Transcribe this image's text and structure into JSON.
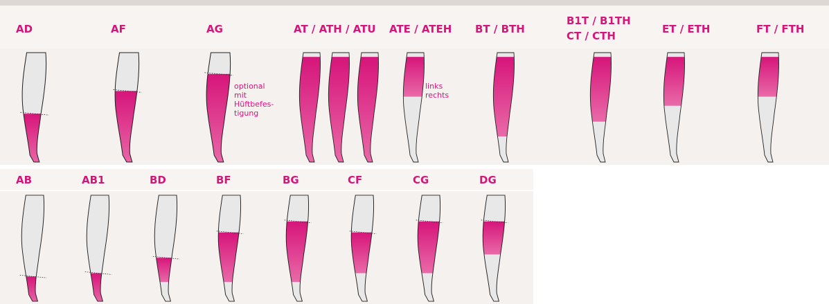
{
  "colors": {
    "accent": "#d6157a",
    "leg_fill": "#e8e8e8",
    "panel_bg": "#f4f1ee",
    "header_bg": "#f7f4f1",
    "top_bar": "#ddd8d2"
  },
  "row1": {
    "labels": [
      "AD",
      "AF",
      "AG",
      "AT / ATH / ATU",
      "ATE / ATEH",
      "BT / BTH",
      "B1T / B1TH",
      "CT / CTH",
      "ET / ETH",
      "FT / FTH"
    ],
    "note_ag": [
      "optional",
      "mit",
      "Hüftbefes-",
      "tigung"
    ],
    "note_ate": [
      "links",
      "rechts"
    ],
    "figures": [
      {
        "name": "AD",
        "top": 0.55,
        "bottom": 1.0
      },
      {
        "name": "AF",
        "top": 0.35,
        "bottom": 1.0
      },
      {
        "name": "AG",
        "top": 0.2,
        "bottom": 1.0
      },
      {
        "name": "AT",
        "top": 0.05,
        "bottom": 1.0
      },
      {
        "name": "ATH",
        "top": 0.05,
        "bottom": 1.0
      },
      {
        "name": "ATU",
        "top": 0.05,
        "bottom": 1.0
      },
      {
        "name": "ATE",
        "top": 0.05,
        "bottom": 0.4
      },
      {
        "name": "BT",
        "top": 0.05,
        "bottom": 0.75
      },
      {
        "name": "B1T",
        "top": 0.05,
        "bottom": 0.62
      },
      {
        "name": "ET",
        "top": 0.05,
        "bottom": 0.48
      },
      {
        "name": "FT",
        "top": 0.05,
        "bottom": 0.4
      }
    ]
  },
  "row2": {
    "labels": [
      "AB",
      "AB1",
      "BD",
      "BF",
      "BG",
      "CF",
      "CG",
      "DG"
    ],
    "figures": [
      {
        "name": "AB",
        "top": 0.75,
        "bottom": 1.0
      },
      {
        "name": "AB1",
        "top": 0.72,
        "bottom": 1.0
      },
      {
        "name": "BD",
        "top": 0.58,
        "bottom": 0.8
      },
      {
        "name": "BF",
        "top": 0.35,
        "bottom": 0.8
      },
      {
        "name": "BG",
        "top": 0.25,
        "bottom": 0.8
      },
      {
        "name": "CF",
        "top": 0.35,
        "bottom": 0.72
      },
      {
        "name": "CG",
        "top": 0.25,
        "bottom": 0.72
      },
      {
        "name": "DG",
        "top": 0.25,
        "bottom": 0.55
      }
    ]
  }
}
